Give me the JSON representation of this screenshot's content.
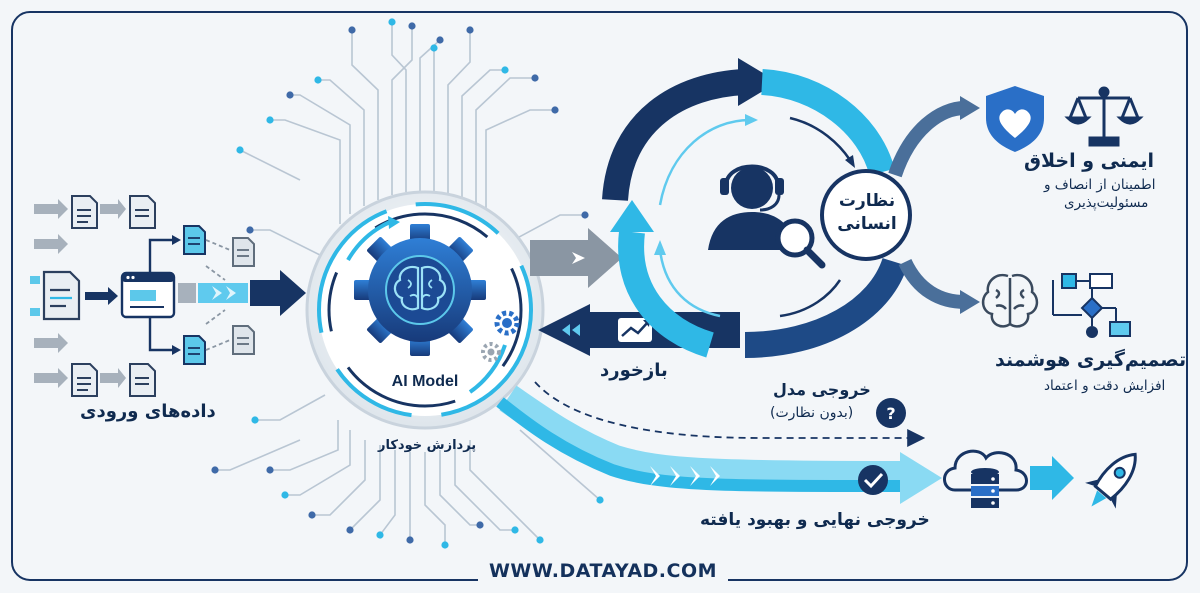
{
  "colors": {
    "navy": "#173463",
    "cyan": "#2fb8e6",
    "gray": "#8a96a3",
    "accent_blue": "#2a6fc7",
    "background": "#f3f6f9"
  },
  "labels": {
    "input_data": "داده‌های ورودی",
    "ai_model": "AI Model",
    "auto_processing": "پردازش خودکار",
    "feedback": "بازخورد",
    "human_oversight_line1": "نظارت",
    "human_oversight_line2": "انسانی",
    "safety_title": "ایمنی و اخلاق",
    "safety_sub1": "اطمینان از انصاف و",
    "safety_sub2": "مسئولیت‌پذیری",
    "decision_title": "تصمیم‌گیری هوشمند",
    "decision_sub": "افزایش دقت و اعتماد",
    "model_output_line1": "خروجی مدل",
    "model_output_line2": "(بدون نظارت)",
    "final_output": "خروجی نهایی و بهبود یافته",
    "question_mark": "?"
  },
  "footer": {
    "website": "WWW.DATAYAD.COM"
  },
  "icons": {
    "documents": "document-icon",
    "browser": "browser-window-icon",
    "model": "brain-gear-icon",
    "operator": "headset-operator-icon",
    "magnifier": "magnifier-icon",
    "shield": "shield-heart-icon",
    "scale": "justice-scale-icon",
    "brain": "brain-icon",
    "flowchart": "flowchart-icon",
    "check": "check-circle-icon",
    "question": "question-circle-icon",
    "database": "cloud-database-icon",
    "rocket": "rocket-icon",
    "trend": "trend-chart-icon"
  }
}
